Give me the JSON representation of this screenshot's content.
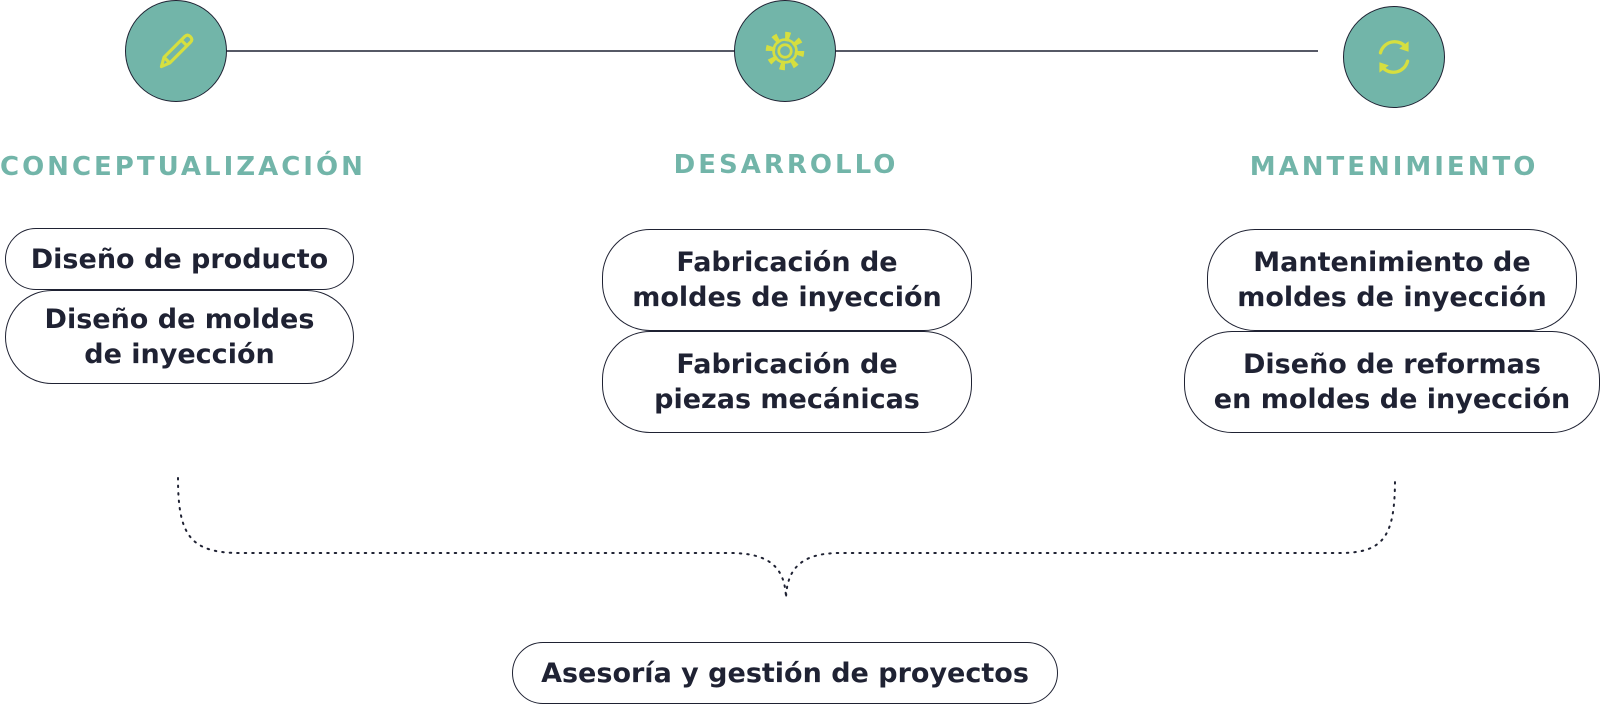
{
  "colors": {
    "teal": "#72b5a9",
    "icon_yellow": "#d6df3f",
    "text_dark": "#1f2233",
    "line": "#1f2233"
  },
  "stages": [
    {
      "icon": "pencil-icon",
      "title": "CONCEPTUALIZACIÓN",
      "services": [
        "Diseño de producto",
        "Diseño de moldes\nde inyección"
      ]
    },
    {
      "icon": "gear-icon",
      "title": "DESARROLLO",
      "services": [
        "Fabricación de\nmoldes de inyección",
        "Fabricación de\npiezas mecánicas"
      ]
    },
    {
      "icon": "refresh-cycle-icon",
      "title": "MANTENIMIENTO",
      "services": [
        "Mantenimiento de\nmoldes de inyección",
        "Diseño de reformas\nen moldes de inyección"
      ]
    }
  ],
  "common_service": "Asesoría y gestión de proyectos"
}
